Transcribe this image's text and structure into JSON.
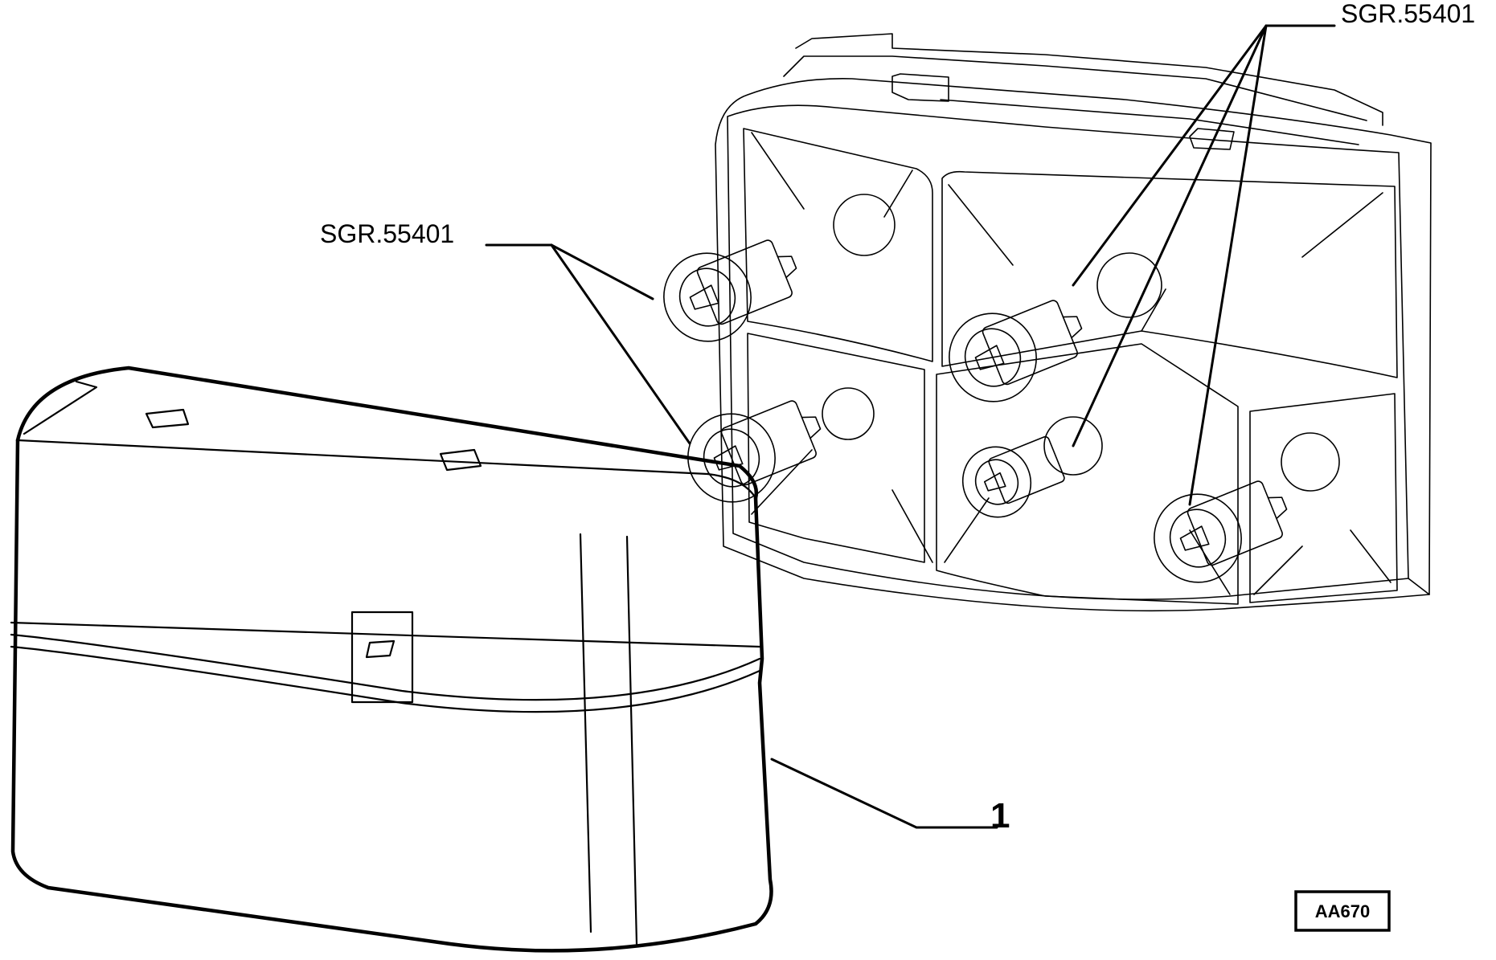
{
  "labels": {
    "bulb_ref_top": "SGR.55401",
    "bulb_ref_left": "SGR.55401",
    "part_number": "1",
    "figure_code": "AA670"
  }
}
